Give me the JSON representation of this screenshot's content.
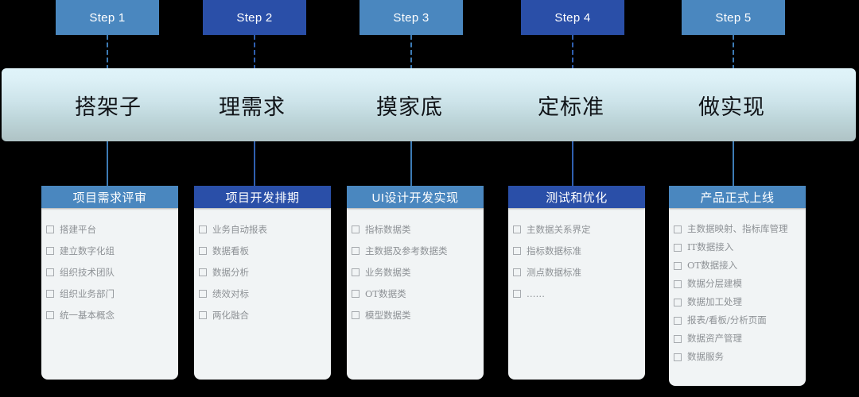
{
  "colors": {
    "step_light": "#4a87bf",
    "step_dark": "#2a4fa8",
    "banner_top": "#e0f4fa",
    "banner_bottom": "#afc3c5",
    "card_body": "#f1f4f5",
    "list_text": "#8d9195",
    "background": "#000000"
  },
  "steps": [
    {
      "label": "Step 1",
      "tone": "light"
    },
    {
      "label": "Step 2",
      "tone": "dark"
    },
    {
      "label": "Step 3",
      "tone": "light"
    },
    {
      "label": "Step 4",
      "tone": "dark"
    },
    {
      "label": "Step 5",
      "tone": "light"
    }
  ],
  "banner": {
    "labels": [
      {
        "text": "搭架子"
      },
      {
        "text": "理需求"
      },
      {
        "text": "摸家底"
      },
      {
        "text": "定标准"
      },
      {
        "text": "做实现"
      }
    ]
  },
  "cards": [
    {
      "title": "项目需求评审",
      "tone": "light",
      "items": [
        "搭建平台",
        "建立数字化组",
        "组织技术团队",
        "组织业务部门",
        "统一基本概念"
      ]
    },
    {
      "title": "项目开发排期",
      "tone": "dark",
      "items": [
        "业务自动报表",
        "数据看板",
        "数据分析",
        "绩效对标",
        "两化融合"
      ]
    },
    {
      "title": "UI设计开发实现",
      "tone": "light",
      "items": [
        "指标数据类",
        "主数据及参考数据类",
        "业务数据类",
        "OT数据类",
        "模型数据类"
      ]
    },
    {
      "title": "测试和优化",
      "tone": "dark",
      "items": [
        "主数据关系界定",
        "指标数据标准",
        "测点数据标准",
        "……"
      ]
    },
    {
      "title": "产品正式上线",
      "tone": "light",
      "items": [
        "主数据映射、指标库管理",
        "IT数据接入",
        "OT数据接入",
        "数据分层建模",
        "数据加工处理",
        "报表/看板/分析页面",
        "数据资产管理",
        "数据服务"
      ]
    }
  ]
}
